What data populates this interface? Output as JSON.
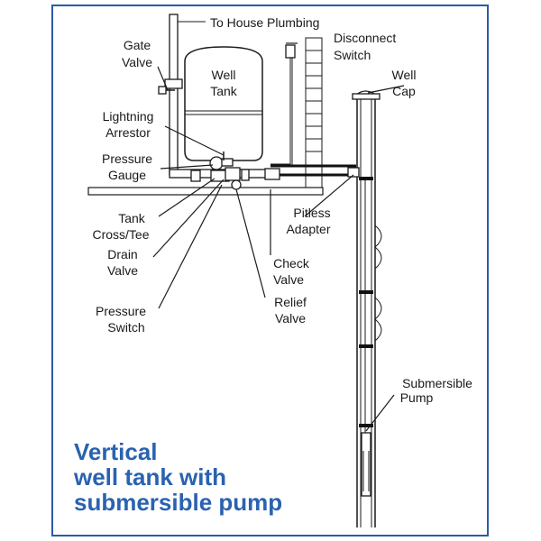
{
  "colors": {
    "border": "#2a5aa6",
    "title": "#2a62b0",
    "ink": "#1a1a1a",
    "dark_pipe": "#111111"
  },
  "labels": {
    "house_plumbing": "To House Plumbing",
    "gate_valve": [
      "Gate",
      "Valve"
    ],
    "disconnect_switch": [
      "Disconnect",
      "Switch"
    ],
    "well_tank": [
      "Well",
      "Tank"
    ],
    "well_cap": [
      "Well",
      "Cap"
    ],
    "lightning_arrestor": [
      "Lightning",
      "Arrestor"
    ],
    "pressure_gauge": [
      "Pressure",
      "Gauge"
    ],
    "tank_cross_tee": [
      "Tank",
      "Cross/Tee"
    ],
    "drain_valve": [
      "Drain",
      "Valve"
    ],
    "pressure_switch": [
      "Pressure",
      "Switch"
    ],
    "pitless_adapter": [
      "Pitless",
      "Adapter"
    ],
    "check_valve": [
      "Check",
      "Valve"
    ],
    "relief_valve": [
      "Relief",
      "Valve"
    ],
    "submersible_pump": [
      "Submersible",
      "Pump"
    ]
  },
  "title": [
    "Vertical",
    "well tank with",
    "submersible pump"
  ]
}
